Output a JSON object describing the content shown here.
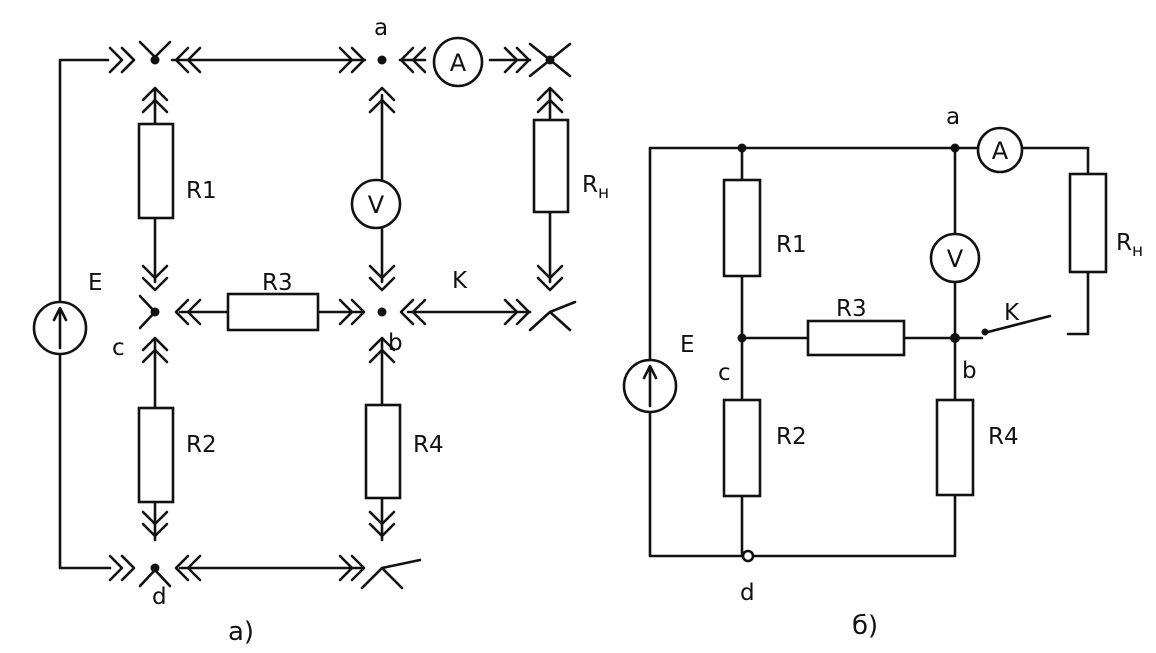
{
  "labels": {
    "a": "a",
    "b": "b",
    "c": "c",
    "d": "d",
    "E": "E",
    "K": "K",
    "R1": "R1",
    "R2": "R2",
    "R3": "R3",
    "R4": "R4",
    "RH": "R",
    "RH_sub": "н",
    "A": "A",
    "V": "V"
  },
  "captions": {
    "left": "а)",
    "right": "б)"
  }
}
